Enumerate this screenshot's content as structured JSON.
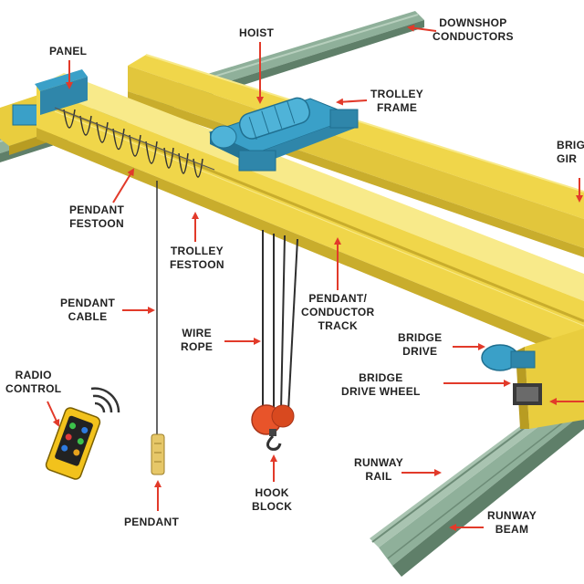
{
  "colors": {
    "girder": "#f0d64a",
    "girder_dark": "#c9ad2c",
    "girder_light": "#f8ea8a",
    "runway": "#8fb09a",
    "runway_dark": "#5f7f69",
    "hoist": "#3aa0c8",
    "hook": "#e8542a",
    "arrow": "#e23a2a",
    "label": "#222222"
  },
  "labels": {
    "downshop_conductors": [
      "DOWNSHOP",
      "CONDUCTORS"
    ],
    "hoist": [
      "HOIST"
    ],
    "panel": [
      "PANEL"
    ],
    "trolley_frame": [
      "TROLLEY",
      "FRAME"
    ],
    "bridge_girder": [
      "BRIG",
      "GIR"
    ],
    "pendant_festoon": [
      "PENDANT",
      "FESTOON"
    ],
    "trolley_festoon": [
      "TROLLEY",
      "FESTOON"
    ],
    "pendant_conductor_track": [
      "PENDANT/",
      "CONDUCTOR",
      "TRACK"
    ],
    "pendant_cable": [
      "PENDANT",
      "CABLE"
    ],
    "wire_rope": [
      "WIRE",
      "ROPE"
    ],
    "bridge_drive": [
      "BRIDGE",
      "DRIVE"
    ],
    "bridge_drive_wheel": [
      "BRIDGE",
      "DRIVE WHEEL"
    ],
    "radio_control": [
      "RADIO",
      "CONTROL"
    ],
    "runway_rail": [
      "RUNWAY",
      "RAIL"
    ],
    "runway_beam": [
      "RUNWAY",
      "BEAM"
    ],
    "hook_block": [
      "HOOK",
      "BLOCK"
    ],
    "pendant": [
      "PENDANT"
    ]
  }
}
